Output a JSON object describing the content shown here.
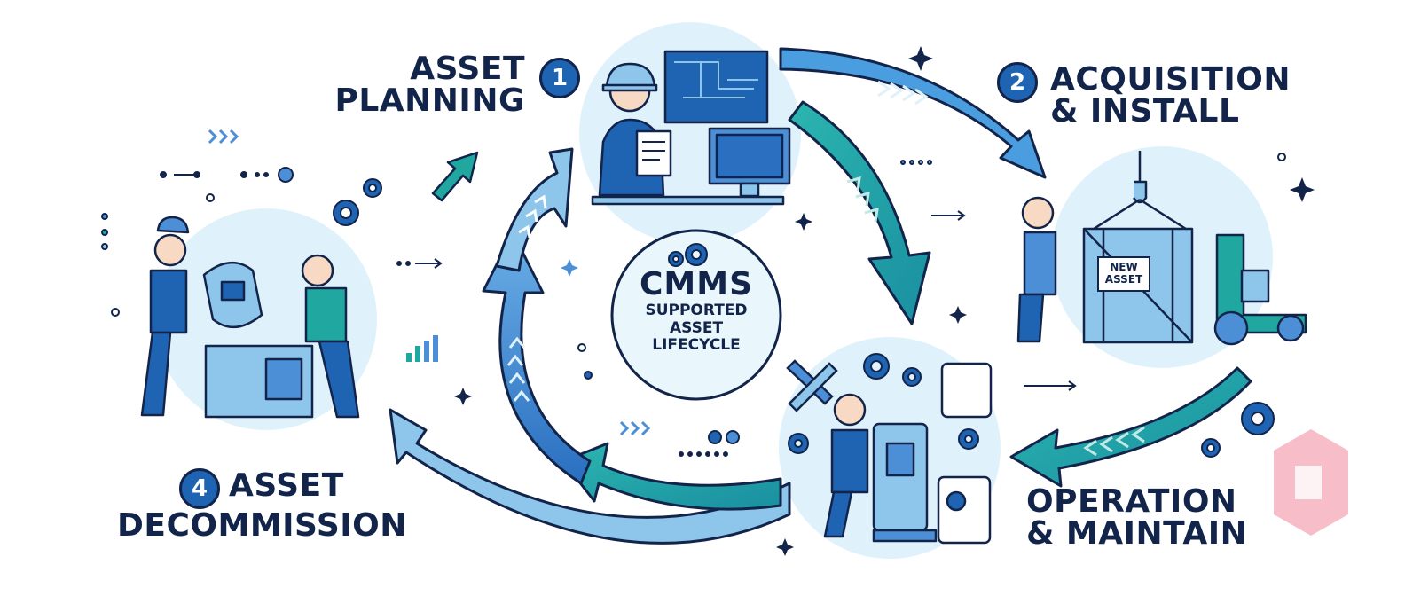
{
  "center": {
    "title": "CMMS",
    "line1": "SUPPORTED",
    "line2": "ASSET",
    "line3": "LIFECYCLE"
  },
  "stages": [
    {
      "number": "1",
      "line1": "ASSET",
      "line2": "PLANNING"
    },
    {
      "number": "2",
      "line1": "ACQUISITION",
      "line2": "& INSTALL"
    },
    {
      "number": "",
      "line1": "OPERATION",
      "line2": "& MAINTAIN"
    },
    {
      "number": "4",
      "line1": "ASSET",
      "line2": "DECOMMISSION"
    }
  ],
  "crate": {
    "line1": "NEW",
    "line2": "ASSET"
  },
  "colors": {
    "navy": "#13244a",
    "blue": "#1f63b3",
    "mid_blue": "#4d8fd6",
    "light_blue": "#8ec5ea",
    "teal": "#1fa7a0",
    "circle_fill": "#dff2fb",
    "pink_logo": "#f6b3c0"
  },
  "icons": [
    "gear-icon",
    "wrench-icon",
    "chart-icon",
    "sparkle-icon",
    "chevron-icon",
    "hook-icon",
    "forklift-icon",
    "tablet-icon"
  ]
}
